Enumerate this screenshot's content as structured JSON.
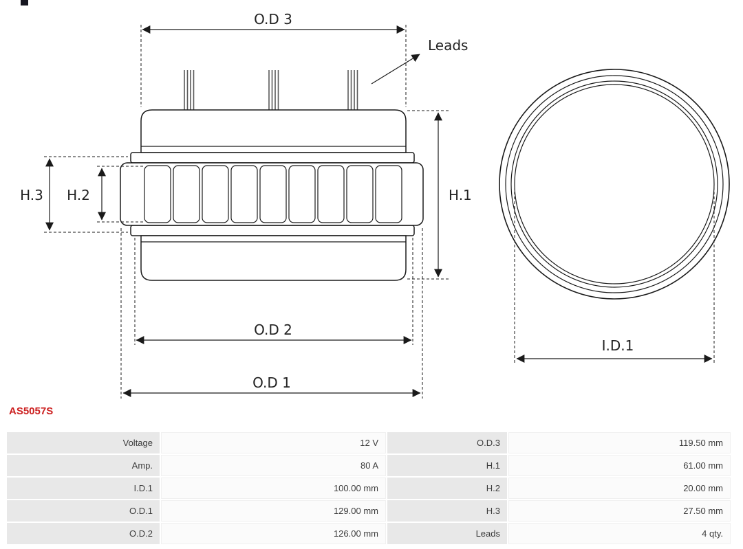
{
  "part_number": "AS5057S",
  "colors": {
    "part_number_red": "#cc2020",
    "drawing_line": "#1a1a1a",
    "table_label_bg": "#e8e8e8",
    "table_value_bg": "#fbfbfb"
  },
  "diagram": {
    "side_view_labels": {
      "od3": "O.D 3",
      "leads": "Leads",
      "h1": "H.1",
      "h2": "H.2",
      "h3": "H.3",
      "od2": "O.D 2",
      "od1": "O.D 1"
    },
    "front_view_labels": {
      "id1": "I.D.1"
    }
  },
  "table": {
    "rows": [
      {
        "label1": "Voltage",
        "value1": "12 V",
        "label2": "O.D.3",
        "value2": "119.50 mm"
      },
      {
        "label1": "Amp.",
        "value1": "80 A",
        "label2": "H.1",
        "value2": "61.00 mm"
      },
      {
        "label1": "I.D.1",
        "value1": "100.00 mm",
        "label2": "H.2",
        "value2": "20.00 mm"
      },
      {
        "label1": "O.D.1",
        "value1": "129.00 mm",
        "label2": "H.3",
        "value2": "27.50 mm"
      },
      {
        "label1": "O.D.2",
        "value1": "126.00 mm",
        "label2": "Leads",
        "value2": "4 qty."
      }
    ]
  }
}
